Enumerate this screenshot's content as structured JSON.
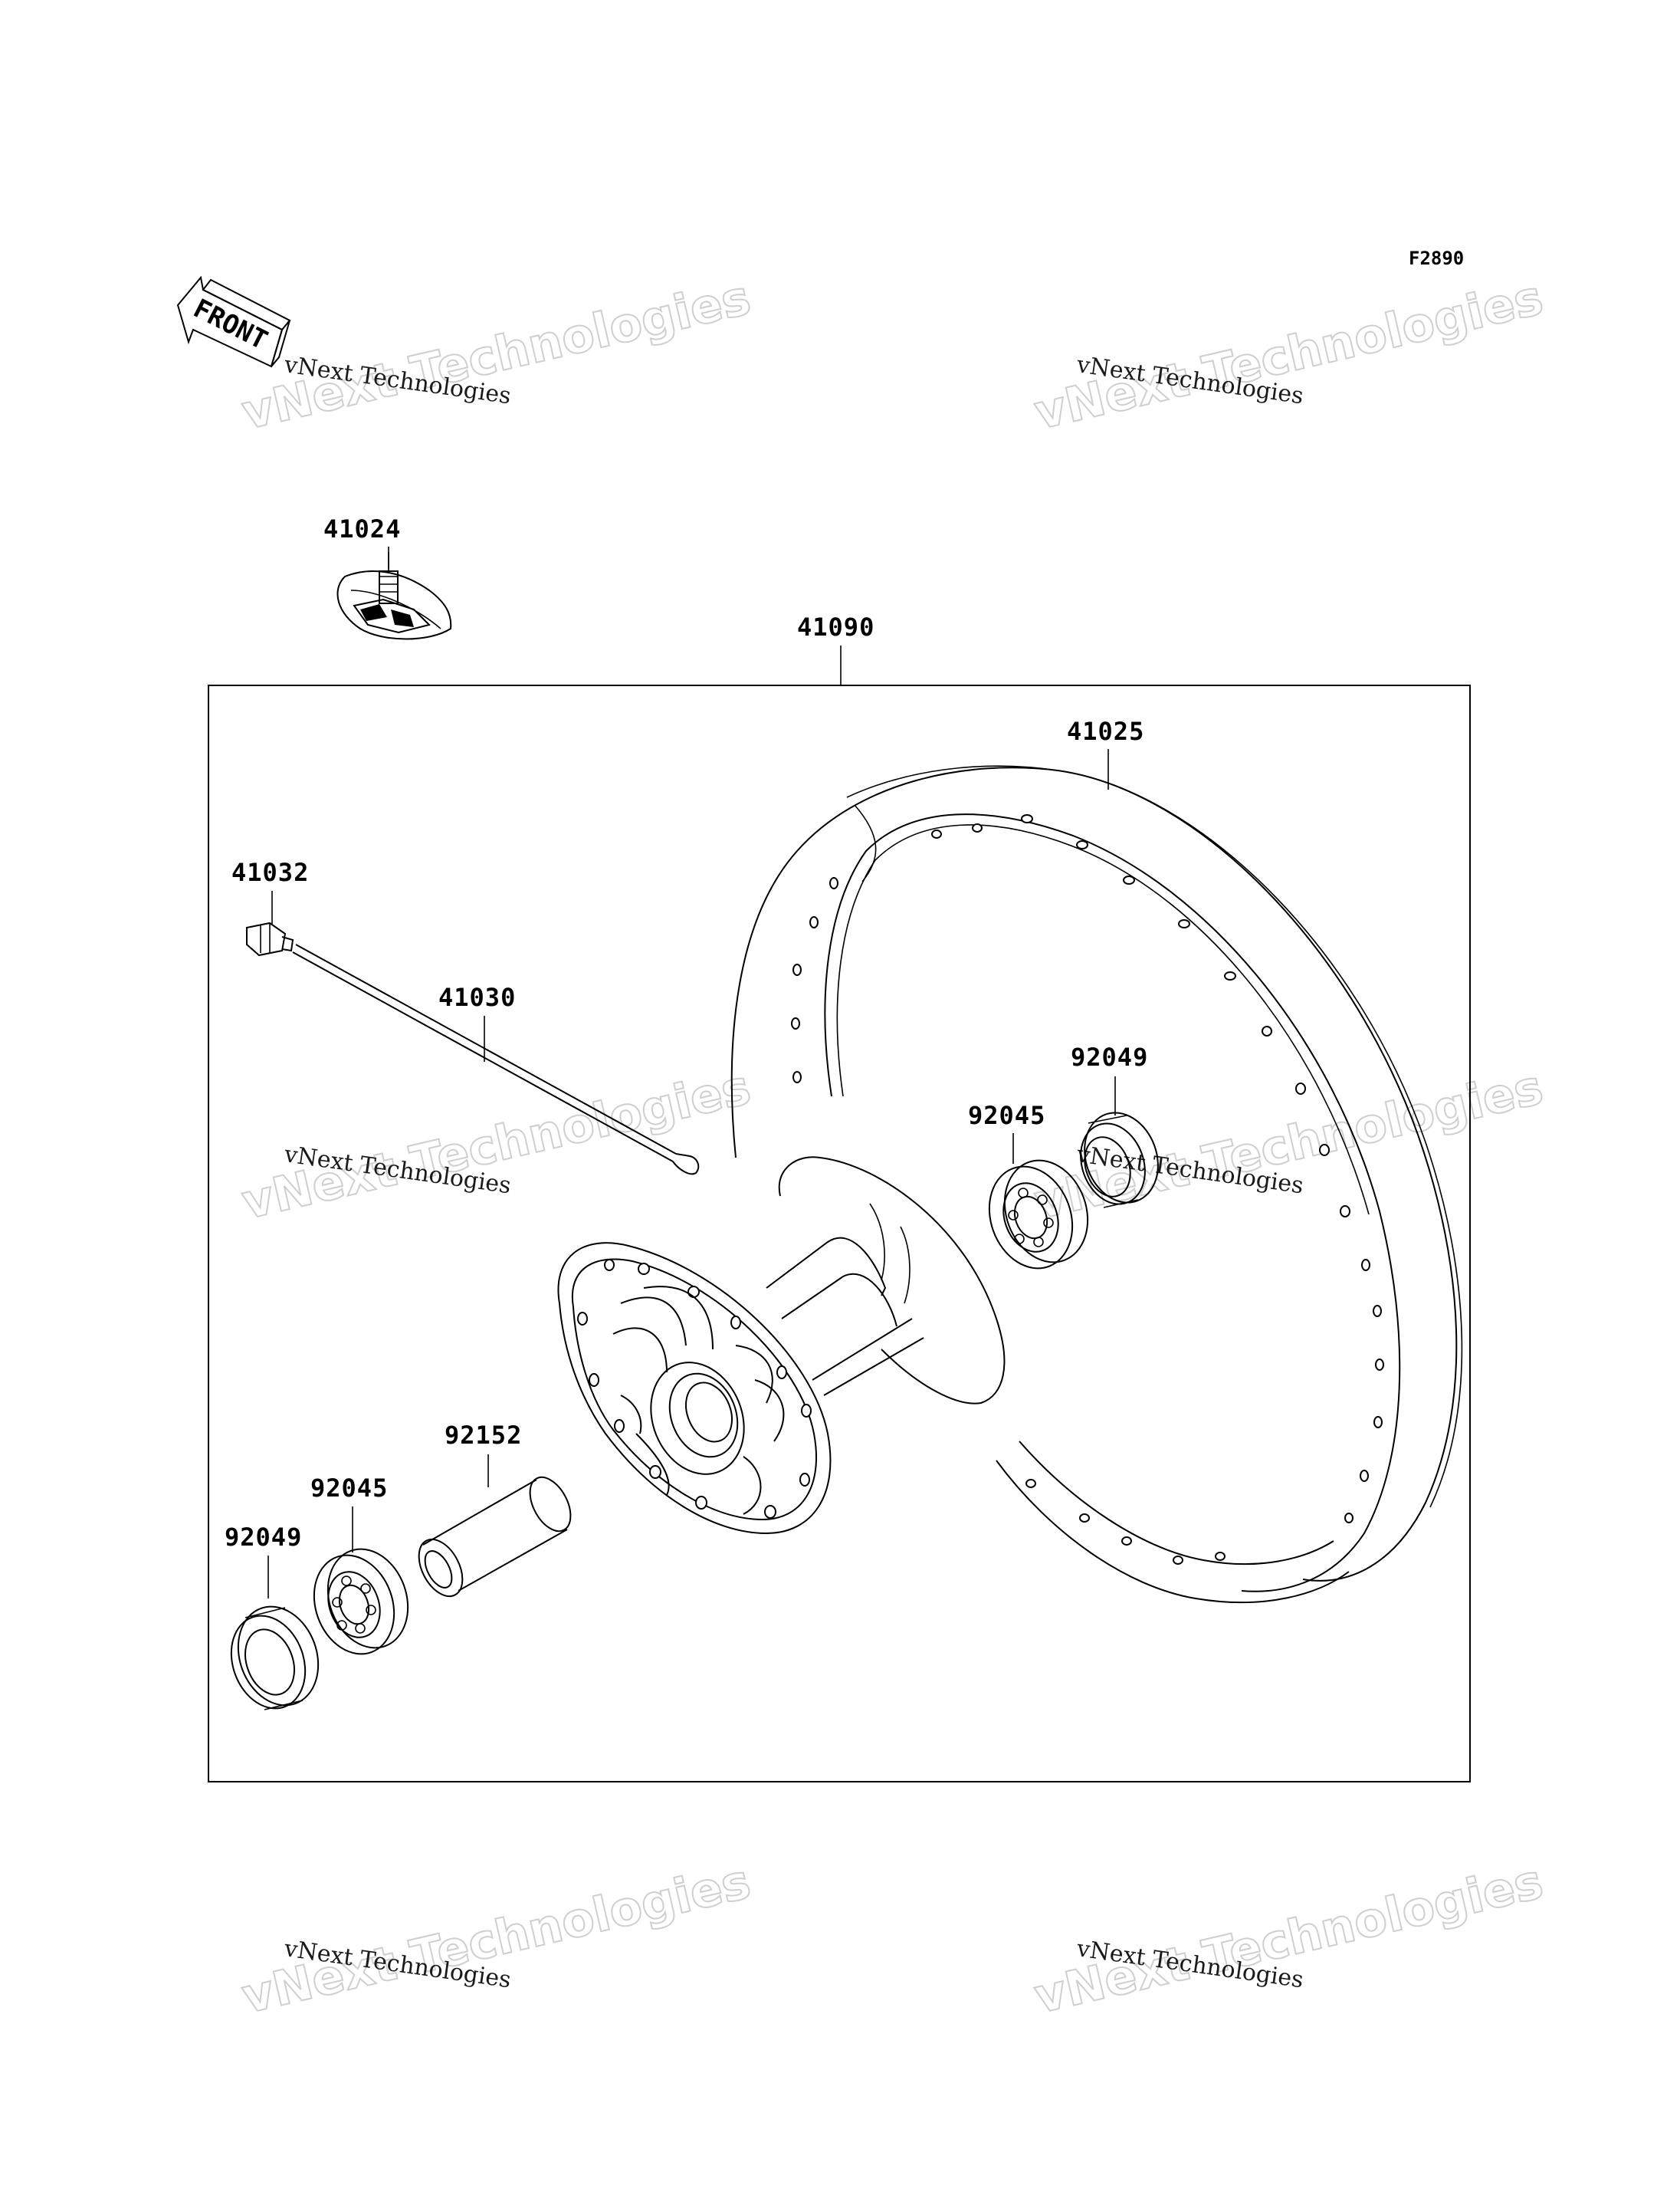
{
  "figure_code": "F2890",
  "front_arrow_label": "FRONT",
  "watermark": {
    "big": "vNext Technologies",
    "small": "vNext Technologies"
  },
  "parts": {
    "rim_tape": "41024",
    "wheel_assy": "41090",
    "rim": "41025",
    "nipple": "41032",
    "spoke": "41030",
    "seal_right": "92049",
    "bearing_right": "92045",
    "collar": "92152",
    "bearing_left": "92045",
    "seal_left": "92049"
  }
}
